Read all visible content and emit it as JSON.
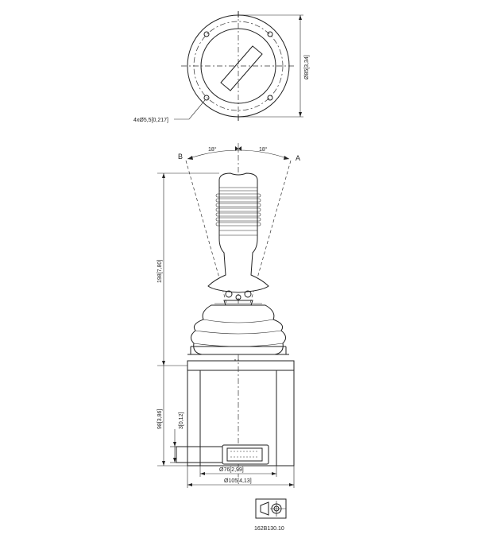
{
  "labels": {
    "bolt_holes": "4xØ5,5[0,217]",
    "flange_diameter": "Ø85[3,34]",
    "angle_left": "18°",
    "angle_right": "18°",
    "dir_b": "B",
    "dir_a": "A",
    "total_height": "198[7,80]",
    "body_height": "98[3,86]",
    "connector_height": "3[0,12]",
    "inner_diameter": "Ø76[2,99]",
    "outer_diameter": "Ø105[4,13]",
    "drawing_number": "162B130.10"
  },
  "icons": [
    "projection-symbol-icon",
    "mounting-flange-icon"
  ]
}
